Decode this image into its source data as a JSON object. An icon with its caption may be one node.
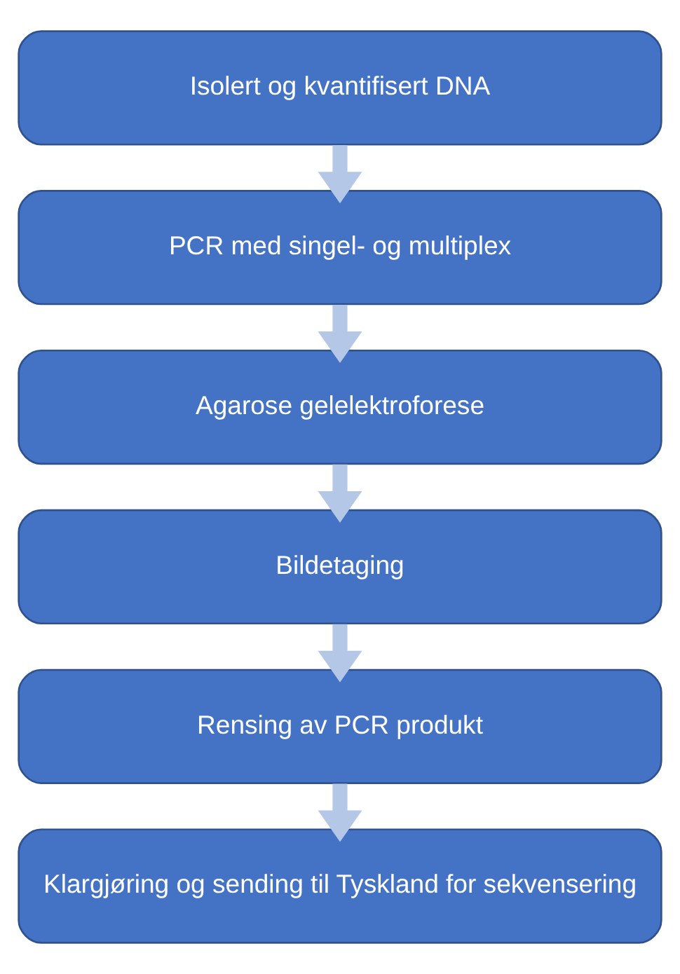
{
  "diagram": {
    "nodes": [
      {
        "text": [
          "Isolert og kvantifisert DNA"
        ]
      },
      {
        "text": [
          "PCR med singel- og multiplex"
        ]
      },
      {
        "text": [
          "Agarose gelelektroforese"
        ]
      },
      {
        "text": [
          "Bildetaging"
        ]
      },
      {
        "text": [
          "Rensing av PCR produkt"
        ]
      },
      {
        "text": [
          "Klargjøring og sending til Tyskland for sekvensering"
        ]
      }
    ],
    "edges": [
      {
        "from": 0,
        "to": 1,
        "arrow": "to"
      },
      {
        "from": 1,
        "to": 2,
        "arrow": "to"
      },
      {
        "from": 2,
        "to": 3,
        "arrow": "to"
      },
      {
        "from": 3,
        "to": 4,
        "arrow": "to"
      },
      {
        "from": 4,
        "to": 5,
        "arrow": "to"
      }
    ]
  }
}
